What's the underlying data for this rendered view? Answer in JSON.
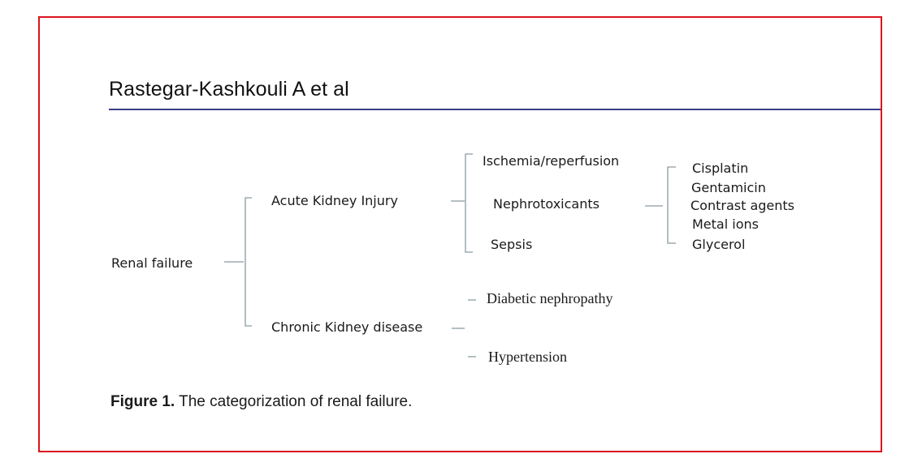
{
  "page": {
    "header": "Rastegar-Kashkouli A et al",
    "caption_label": "Figure 1.",
    "caption_text": " The categorization of renal failure."
  },
  "diagram": {
    "root": "Renal failure",
    "acute": {
      "label": "Acute Kidney Injury",
      "children": [
        "Ischemia/reperfusion",
        "Nephrotoxicants",
        "Sepsis"
      ],
      "nephrotoxicants": [
        "Cisplatin",
        "Gentamicin",
        "Contrast agents",
        "Metal ions",
        "Glycerol"
      ]
    },
    "chronic": {
      "label": "Chronic Kidney disease",
      "children": [
        "Diabetic nephropathy",
        "Hypertension"
      ]
    }
  },
  "colors": {
    "frame": "#d9141d",
    "rule": "#3a3d8a",
    "connector": "#8a9aa0"
  }
}
